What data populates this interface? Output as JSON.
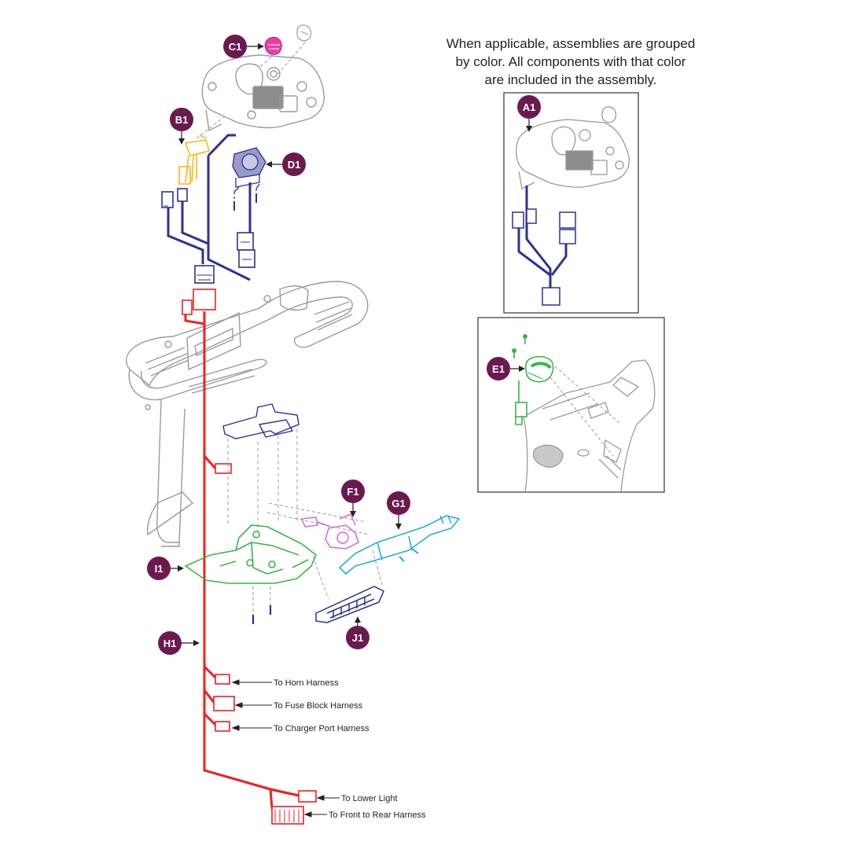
{
  "note": {
    "line1": "When applicable, assemblies are grouped",
    "line2": "by color. All components with that color",
    "line3": "are included in the assembly."
  },
  "callouts": {
    "c1": "C1",
    "b1": "B1",
    "d1": "D1",
    "a1": "A1",
    "e1": "E1",
    "f1": "F1",
    "g1": "G1",
    "i1": "I1",
    "j1": "J1",
    "h1": "H1"
  },
  "harness_labels": {
    "horn": "To Horn Harness",
    "fuse": "To Fuse Block Harness",
    "charger": "To Charger Port Harness",
    "lower_light": "To Lower Light",
    "front_rear": "To Front to Rear Harness"
  },
  "colors": {
    "callout": "#6b1a4f",
    "blue_harness": "#2e3192",
    "red_harness": "#ed2024",
    "yellow_part": "#f7b718",
    "magenta_knob": "#ec3da0",
    "green_part": "#39b54a",
    "cyan_part": "#29aae2",
    "pink_part": "#d46ad6",
    "outline": "#8a8a8a"
  }
}
